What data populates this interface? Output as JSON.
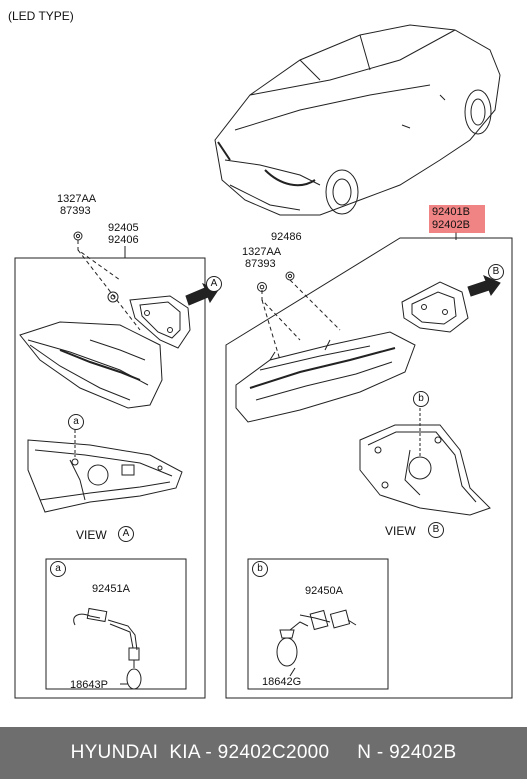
{
  "header": {
    "title": "(LED TYPE)"
  },
  "labels": {
    "p1327aa_left": "1327AA",
    "p87393_left": "87393",
    "p92405": "92405",
    "p92406": "92406",
    "p92486": "92486",
    "p1327aa_mid": "1327AA",
    "p87393_mid": "87393",
    "p92401b": "92401B",
    "p92402b": "92402B",
    "view_a": "VIEW",
    "view_b": "VIEW",
    "circle_a_upper": "A",
    "circle_b_upper": "B",
    "circle_a_view": "A",
    "circle_b_view": "B",
    "sub_a_small": "a",
    "sub_b_small": "b",
    "inset_a_tag": "a",
    "inset_b_tag": "b",
    "p92451a": "92451A",
    "p18643p": "18643P",
    "p92450a": "92450A",
    "p18642g": "18642G"
  },
  "highlight": {
    "color": "#eb5a5a"
  },
  "footer": {
    "text": "HYUNDAI  KIA - 92402C2000     N - 92402B"
  }
}
